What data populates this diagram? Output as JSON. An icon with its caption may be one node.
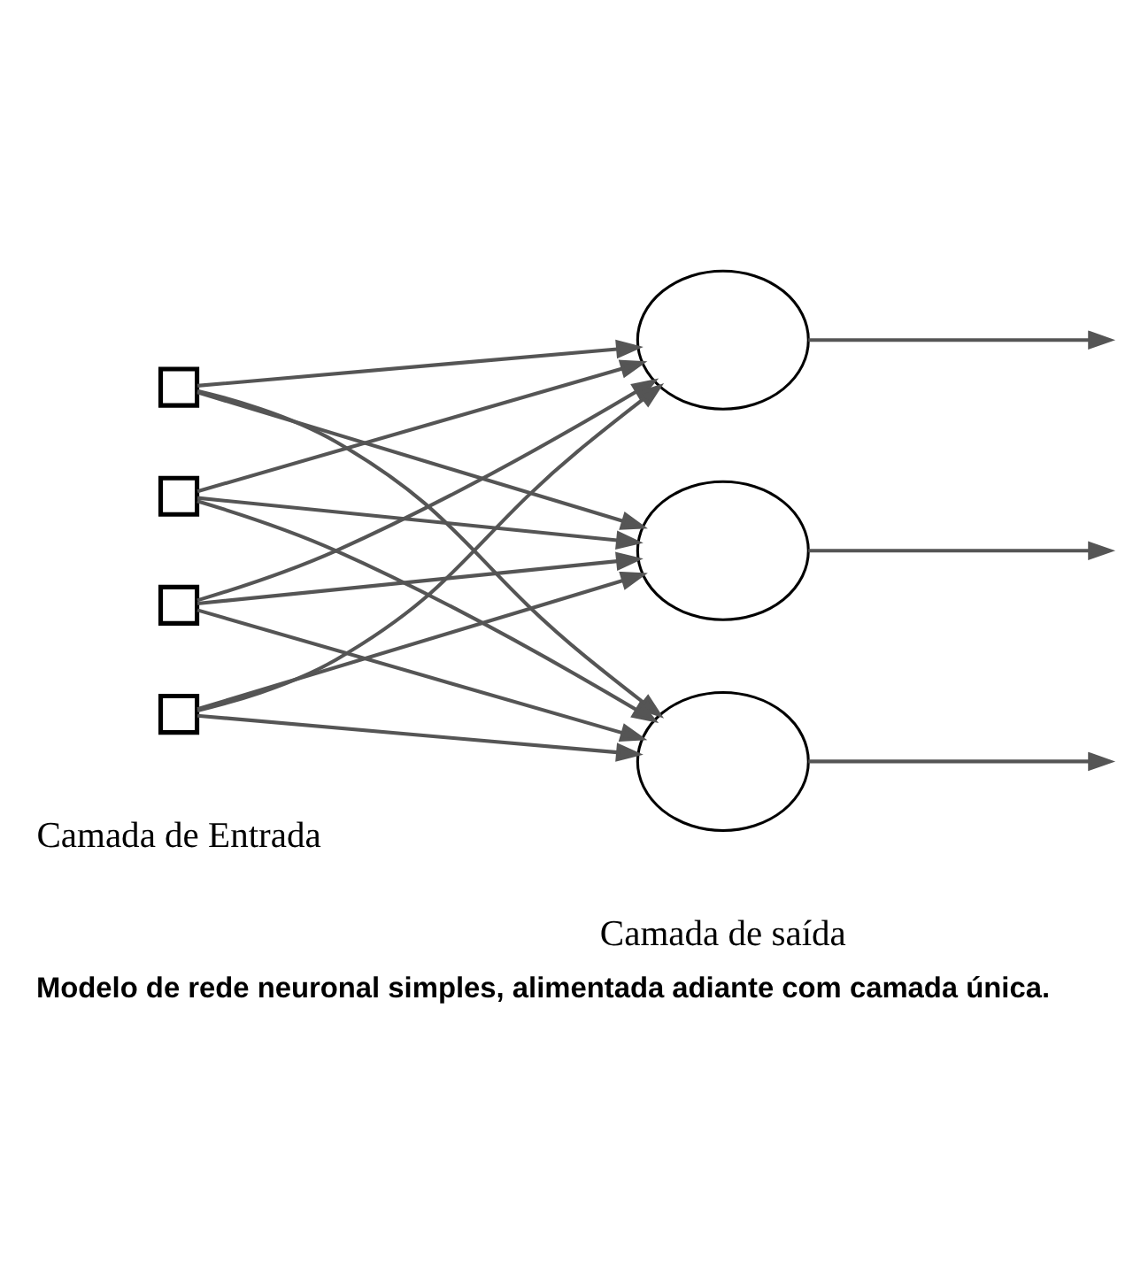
{
  "diagram": {
    "caption": "Modelo de rede neuronal simples, alimentada adiante com camada única.",
    "nodes": [
      {
        "text": [],
        "shape": "box"
      },
      {
        "text": [],
        "shape": "box"
      },
      {
        "text": [],
        "shape": "box"
      },
      {
        "text": [],
        "shape": "box"
      },
      {
        "text": [],
        "shape": "circle"
      },
      {
        "text": [],
        "shape": "circle"
      },
      {
        "text": [],
        "shape": "circle"
      }
    ],
    "edges": [
      {
        "from": 0,
        "to": 4,
        "arrow": "to"
      },
      {
        "from": 0,
        "to": 5,
        "arrow": "to"
      },
      {
        "from": 0,
        "to": 6,
        "arrow": "to"
      },
      {
        "from": 1,
        "to": 4,
        "arrow": "to"
      },
      {
        "from": 1,
        "to": 5,
        "arrow": "to"
      },
      {
        "from": 1,
        "to": 6,
        "arrow": "to"
      },
      {
        "from": 2,
        "to": 4,
        "arrow": "to"
      },
      {
        "from": 2,
        "to": 5,
        "arrow": "to"
      },
      {
        "from": 2,
        "to": 6,
        "arrow": "to"
      },
      {
        "from": 3,
        "to": 4,
        "arrow": "to"
      },
      {
        "from": 3,
        "to": 5,
        "arrow": "to"
      },
      {
        "from": 3,
        "to": 6,
        "arrow": "to"
      },
      {
        "from": 4,
        "to": null,
        "arrow": "to"
      },
      {
        "from": 5,
        "to": null,
        "arrow": "to"
      },
      {
        "from": 6,
        "to": null,
        "arrow": "to"
      }
    ],
    "labels": [
      "Camada de Entrada",
      "Camada de saída"
    ]
  }
}
